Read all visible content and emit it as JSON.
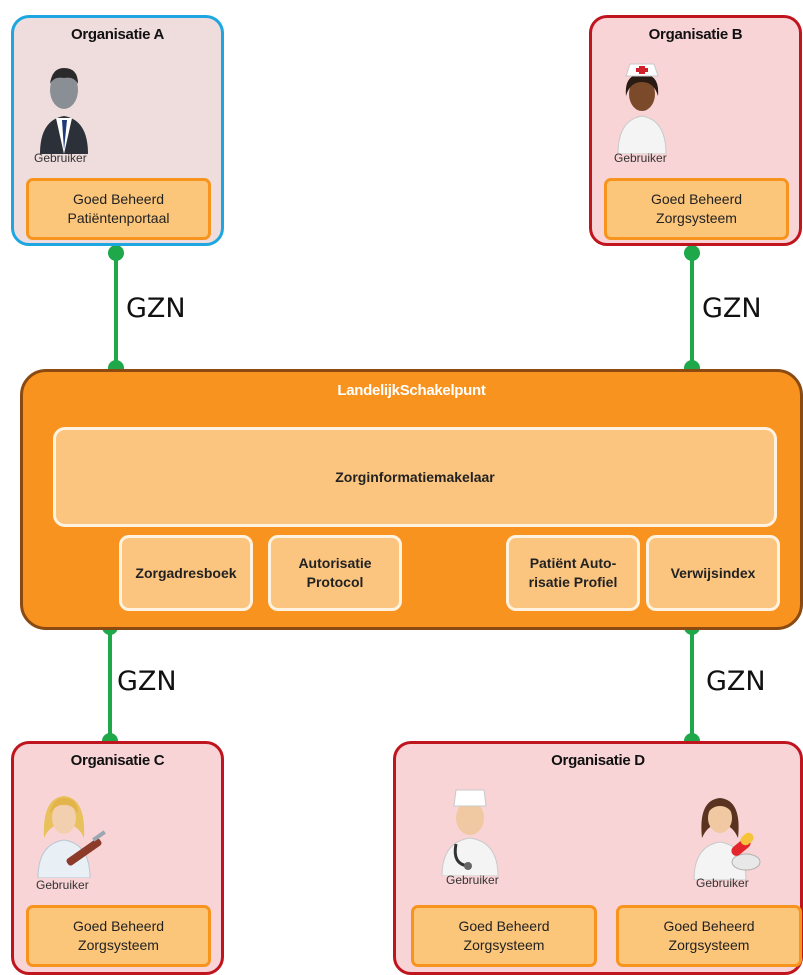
{
  "organisations": {
    "a": {
      "title": "Organisatie A",
      "user_label": "Gebruiker",
      "system": "Goed Beheerd\nPatiëntenportaal"
    },
    "b": {
      "title": "Organisatie B",
      "user_label": "Gebruiker",
      "system": "Goed Beheerd\nZorgsysteem"
    },
    "c": {
      "title": "Organisatie C",
      "user_label": "Gebruiker",
      "system": "Goed Beheerd\nZorgsysteem"
    },
    "d": {
      "title": "Organisatie D",
      "users": [
        {
          "label": "Gebruiker",
          "system": "Goed Beheerd\nZorgsysteem"
        },
        {
          "label": "Gebruiker",
          "system": "Goed Beheerd\nZorgsysteem"
        }
      ]
    }
  },
  "lsp": {
    "title": "LandelijkSchakelpunt",
    "broker": "Zorginformatiemakelaar",
    "components": [
      "Zorgadresboek",
      "Autorisatie\nProtocol",
      "Patiënt Auto-\nrisatie Profiel",
      "Verwijsindex"
    ]
  },
  "network": {
    "label": "GZN",
    "line_color": "#1fa84a"
  },
  "icons": [
    "businessman-user-icon",
    "nurse-user-icon",
    "female-doctor-user-icon",
    "male-doctor-user-icon",
    "female-pharmacist-user-icon"
  ],
  "colors": {
    "lsp_fill": "#f7931e",
    "org_border": "#c0151e",
    "org_a_border": "#1ea6e0",
    "system_fill": "#fbc57a"
  }
}
